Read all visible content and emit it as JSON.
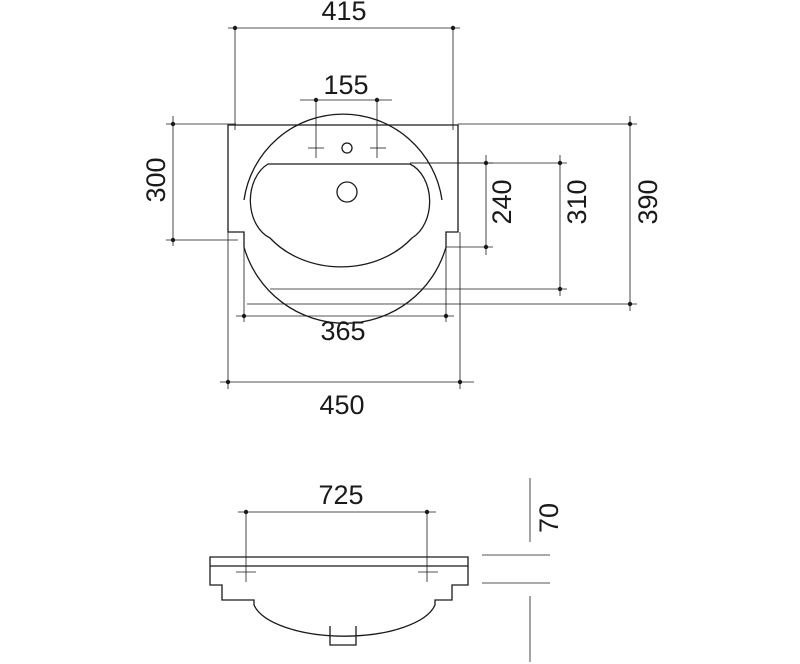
{
  "top_view": {
    "dimensions": {
      "overall_top_width": "415",
      "tap_hole_centres": "155",
      "left_height": "300",
      "inner_depth": "240",
      "bowl_depth": "310",
      "overall_depth": "390",
      "bowl_width": "365",
      "overall_width": "450"
    }
  },
  "side_view": {
    "dimensions": {
      "mounting_centres": "725",
      "height": "70"
    }
  }
}
